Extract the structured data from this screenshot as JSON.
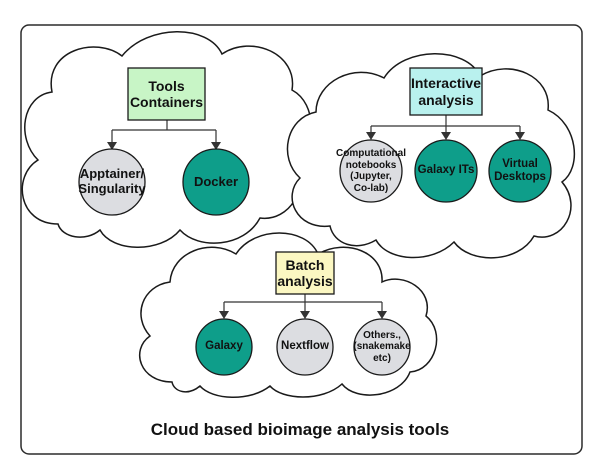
{
  "colors": {
    "frame_border": "#2b2b2b",
    "cloud_stroke": "#1a1a1a",
    "connector": "#333333",
    "teal": "#0e9e8a",
    "grey": "#dcdde1",
    "box_green": "#c8f5c6",
    "box_cyan": "#b9f1ee",
    "box_yellow": "#fbf7c2"
  },
  "groups": {
    "tools": {
      "header": "Tools\nContainers",
      "items": [
        {
          "label": "Apptainer/\nSingularity",
          "fill": "grey",
          "icon": "circle"
        },
        {
          "label": "Docker",
          "fill": "teal",
          "icon": "circle"
        }
      ]
    },
    "interactive": {
      "header": "Interactive\nanalysis",
      "items": [
        {
          "label": "Computational\nnotebooks\n(Jupyter,\nCo-lab)",
          "fill": "grey",
          "icon": "circle"
        },
        {
          "label": "Galaxy ITs",
          "fill": "teal",
          "icon": "circle"
        },
        {
          "label": "Virtual\nDesktops",
          "fill": "teal",
          "icon": "circle"
        }
      ]
    },
    "batch": {
      "header": "Batch\nanalysis",
      "items": [
        {
          "label": "Galaxy",
          "fill": "teal",
          "icon": "circle"
        },
        {
          "label": "Nextflow",
          "fill": "grey",
          "icon": "circle"
        },
        {
          "label": "Others.,\n(snakemake\netc)",
          "fill": "grey",
          "icon": "circle"
        }
      ]
    }
  },
  "caption": "Cloud based bioimage analysis tools"
}
